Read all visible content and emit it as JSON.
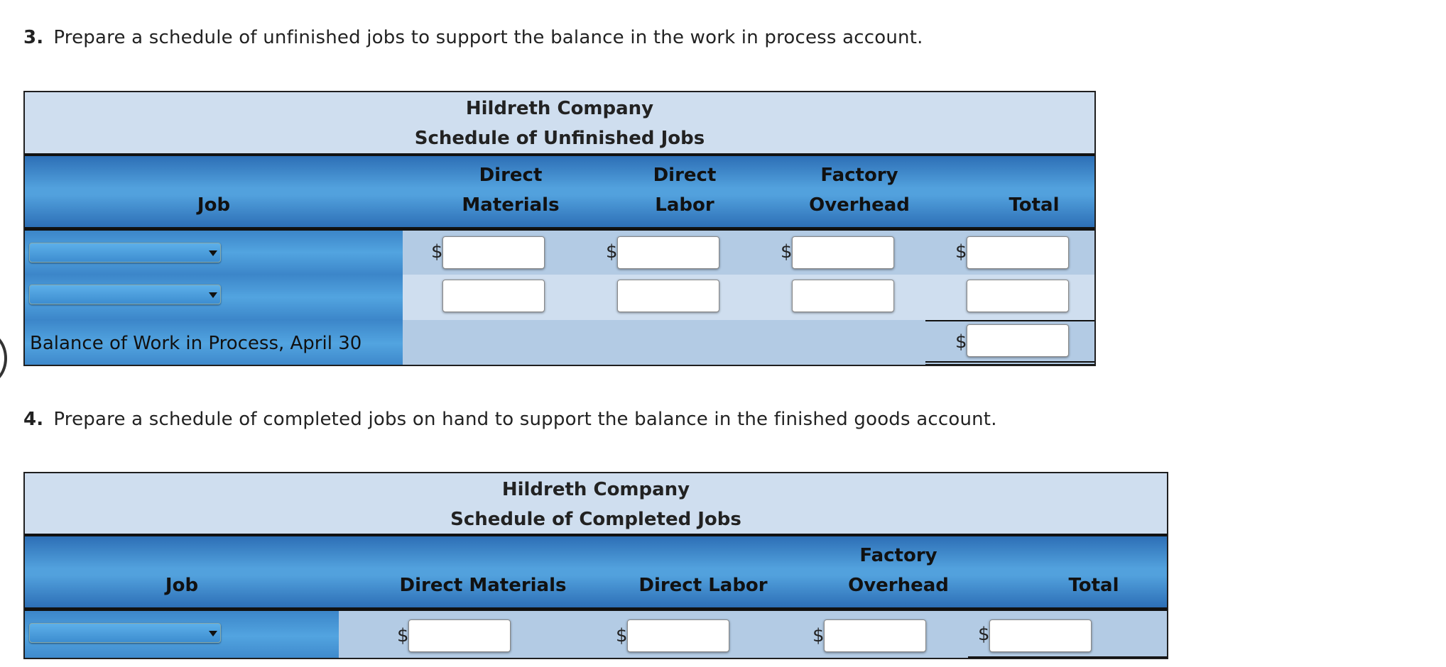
{
  "q3": {
    "number": "3.",
    "text": "Prepare a schedule of unfinished jobs to support the balance in the work in process account."
  },
  "schedule1": {
    "company": "Hildreth Company",
    "title": "Schedule of Unfinished Jobs",
    "headers": {
      "job": "Job",
      "dm_line1": "Direct",
      "dm_line2": "Materials",
      "dl_line1": "Direct",
      "dl_line2": "Labor",
      "fo_line1": "Factory",
      "fo_line2": "Overhead",
      "total": "Total"
    },
    "currency": "$",
    "rows": [
      {
        "job_selected": "",
        "direct_materials": "",
        "direct_labor": "",
        "factory_overhead": "",
        "total": ""
      },
      {
        "job_selected": "",
        "direct_materials": "",
        "direct_labor": "",
        "factory_overhead": "",
        "total": ""
      }
    ],
    "balance_label": "Balance of Work in Process, April 30",
    "balance_value": ""
  },
  "q4": {
    "number": "4.",
    "text": "Prepare a schedule of completed jobs on hand to support the balance in the finished goods account."
  },
  "schedule2": {
    "company": "Hildreth Company",
    "title": "Schedule of Completed Jobs",
    "headers": {
      "job": "Job",
      "dm": "Direct Materials",
      "dl": "Direct Labor",
      "fo_line1": "Factory",
      "fo_line2": "Overhead",
      "total": "Total"
    },
    "currency": "$",
    "rows": [
      {
        "job_selected": "",
        "direct_materials": "",
        "direct_labor": "",
        "factory_overhead": "",
        "total": ""
      }
    ]
  },
  "colors": {
    "light_blue": "#cfdeef",
    "mid_blue": "#b3cbe4",
    "header_blue": "#52a1dd"
  }
}
